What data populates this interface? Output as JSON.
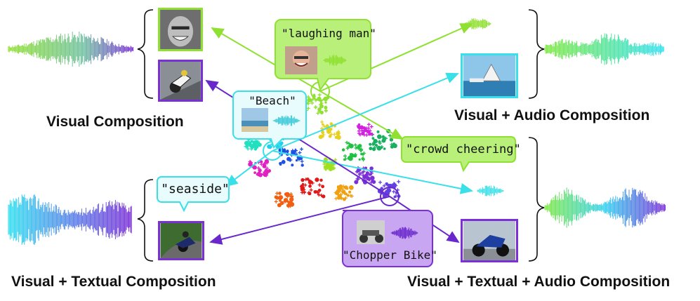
{
  "colors": {
    "visual": "#7b2fd6",
    "visual_audio": "#39e0e8",
    "textual": "#39e0e8",
    "audio_green": "#8fe030",
    "cheering_green": "#8fe030",
    "speech_green_fill": "#b9f07a",
    "speech_cyan_fill": "#e8fbfd",
    "speech_purple_fill": "#c9a6f2"
  },
  "captions": {
    "visual": "Visual Composition",
    "visual_audio": "Visual + Audio Composition",
    "visual_textual": "Visual + Textual Composition",
    "visual_textual_audio": "Visual + Textual + Audio Composition"
  },
  "bubbles": {
    "laughing_man": "\"laughing man\"",
    "beach": "\"Beach\"",
    "crowd_cheering": "\"crowd cheering\"",
    "seaside": "\"seaside\"",
    "chopper_bike": "\"Chopper Bike\""
  },
  "icons": [
    "waveform-icon",
    "photo-icon",
    "brace-icon",
    "speech-bubble-icon",
    "cluster-scatter-icon",
    "arrow-icon"
  ]
}
